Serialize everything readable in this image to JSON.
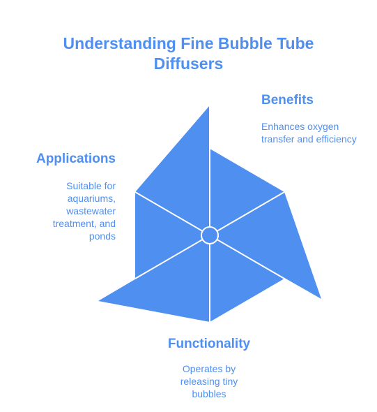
{
  "title": "Understanding Fine Bubble Tube Diffusers",
  "colors": {
    "accent": "#4f8ff0",
    "shape": "#4f8ff0",
    "lines": "#ffffff",
    "background": "#ffffff"
  },
  "sections": {
    "benefits": {
      "heading": "Benefits",
      "text": "Enhances oxygen transfer and efficiency"
    },
    "applications": {
      "heading": "Applications",
      "text": "Suitable for aquariums, wastewater treatment, and ponds"
    },
    "functionality": {
      "heading": "Functionality",
      "text": "Operates by releasing tiny bubbles"
    }
  }
}
